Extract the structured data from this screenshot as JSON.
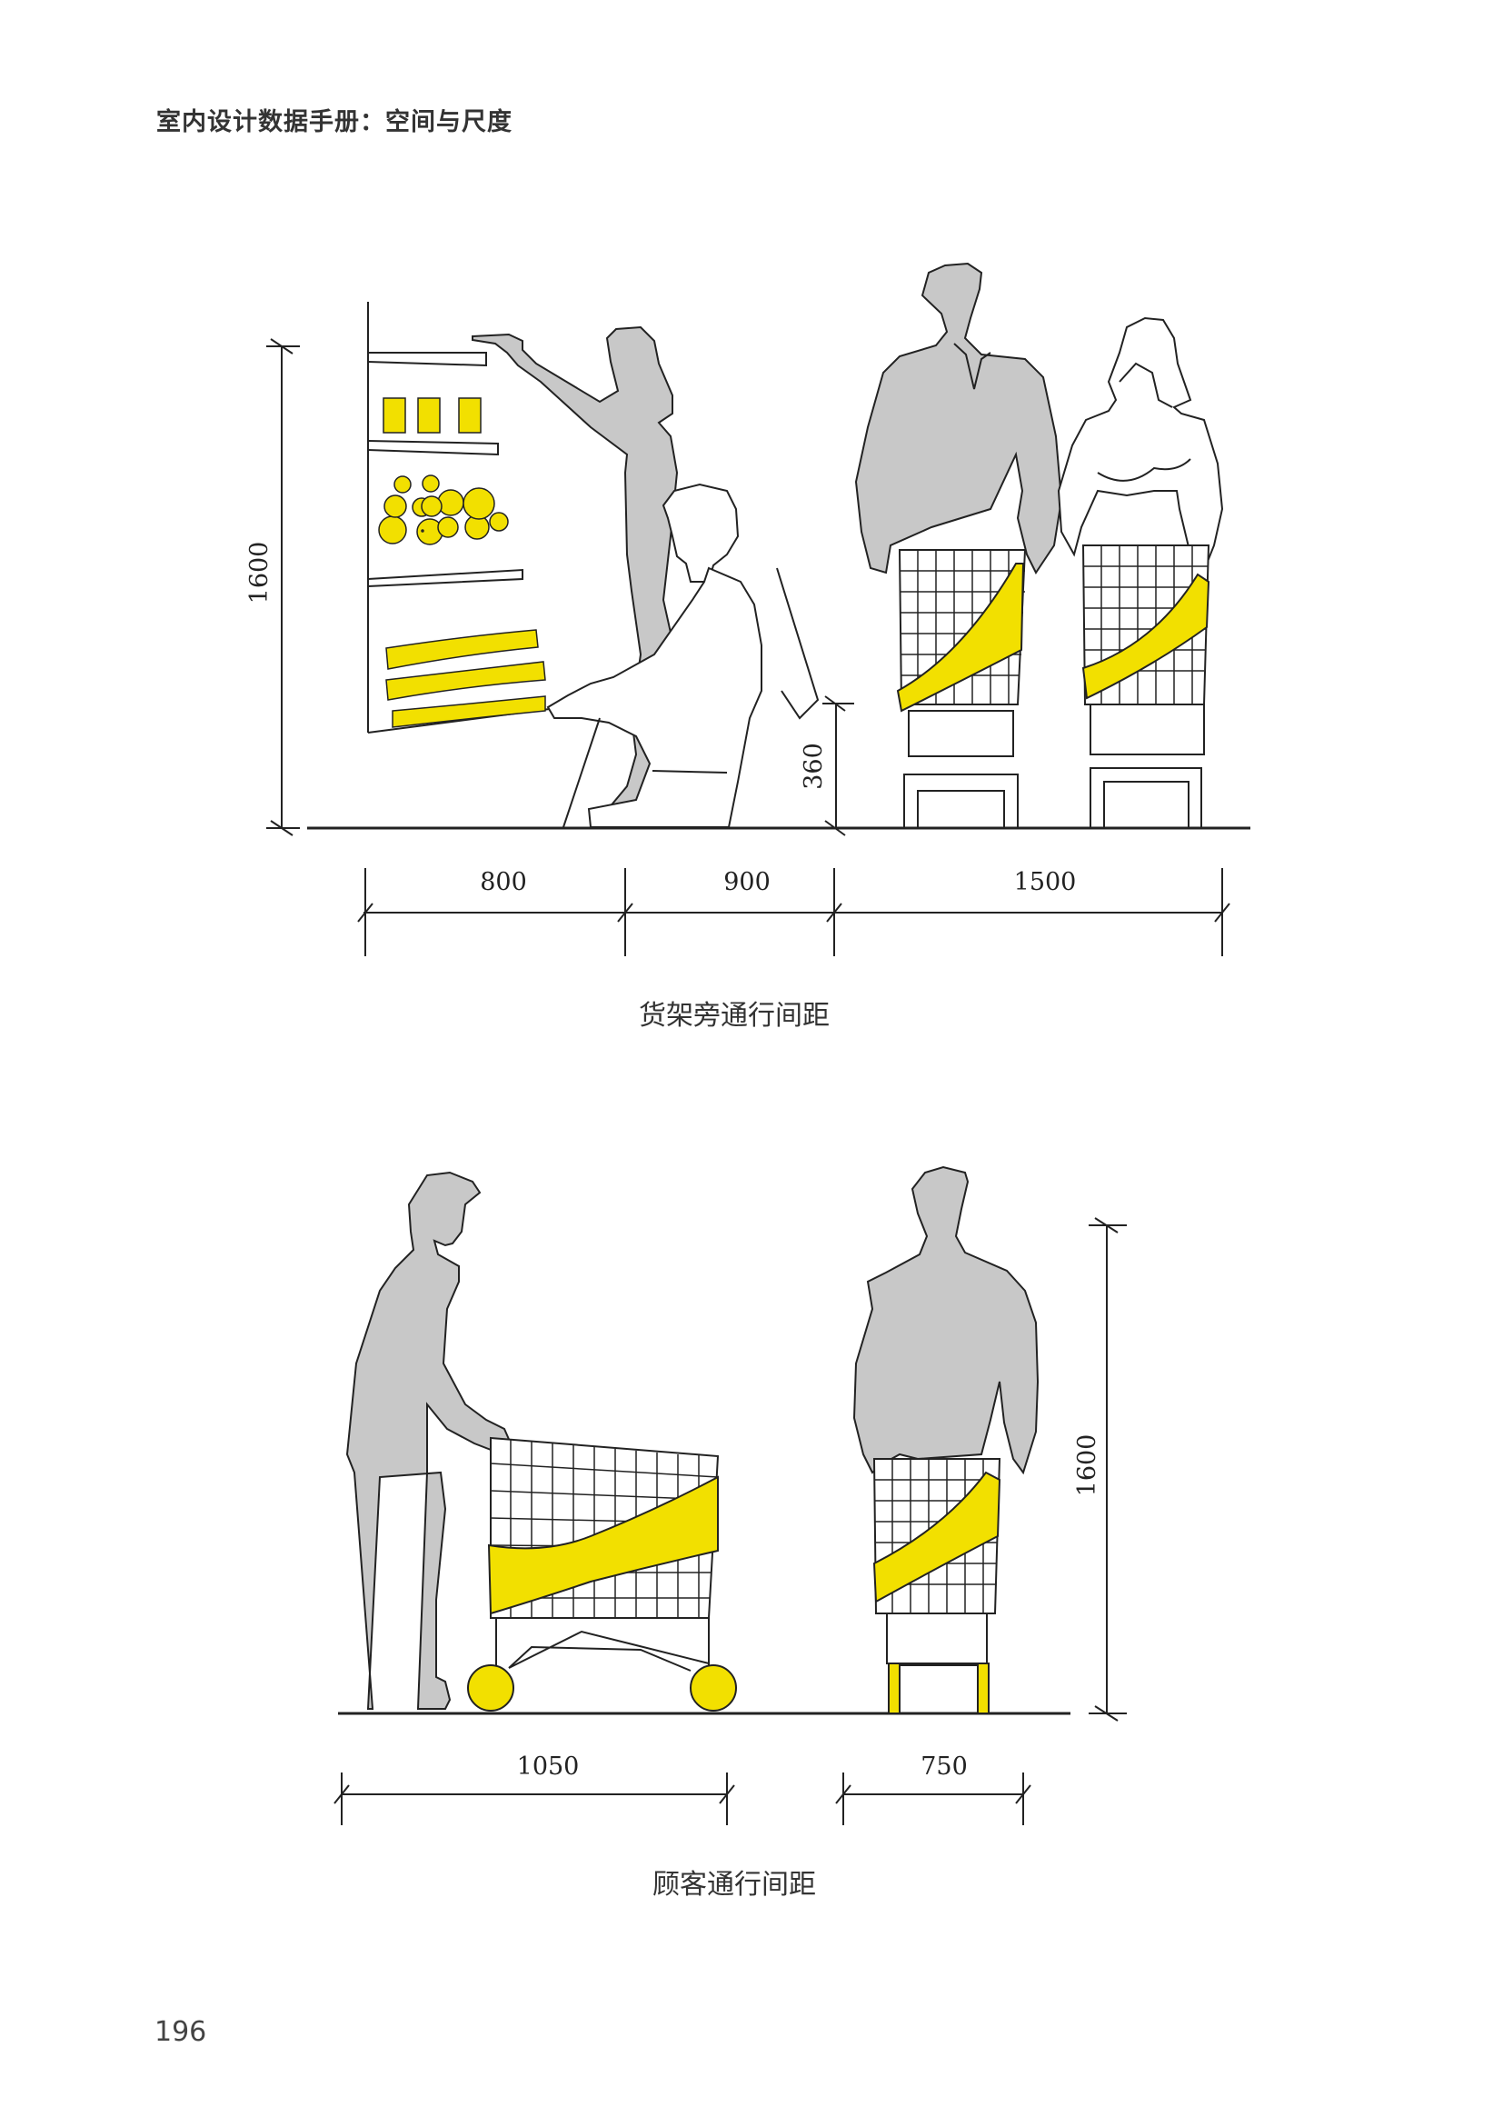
{
  "header": {
    "title": "室内设计数据手册：空间与尺度"
  },
  "figure1": {
    "caption": "货架旁通行间距",
    "dims": {
      "height": "1600",
      "low_height": "360",
      "w1": "800",
      "w2": "900",
      "w3": "1500"
    }
  },
  "figure2": {
    "caption": "顾客通行间距",
    "dims": {
      "height": "1600",
      "w1": "1050",
      "w2": "750"
    }
  },
  "page": {
    "number": "196"
  },
  "colors": {
    "figure_gray": "#c8c8c8",
    "accent_yellow": "#f2e000",
    "line": "#222222"
  }
}
